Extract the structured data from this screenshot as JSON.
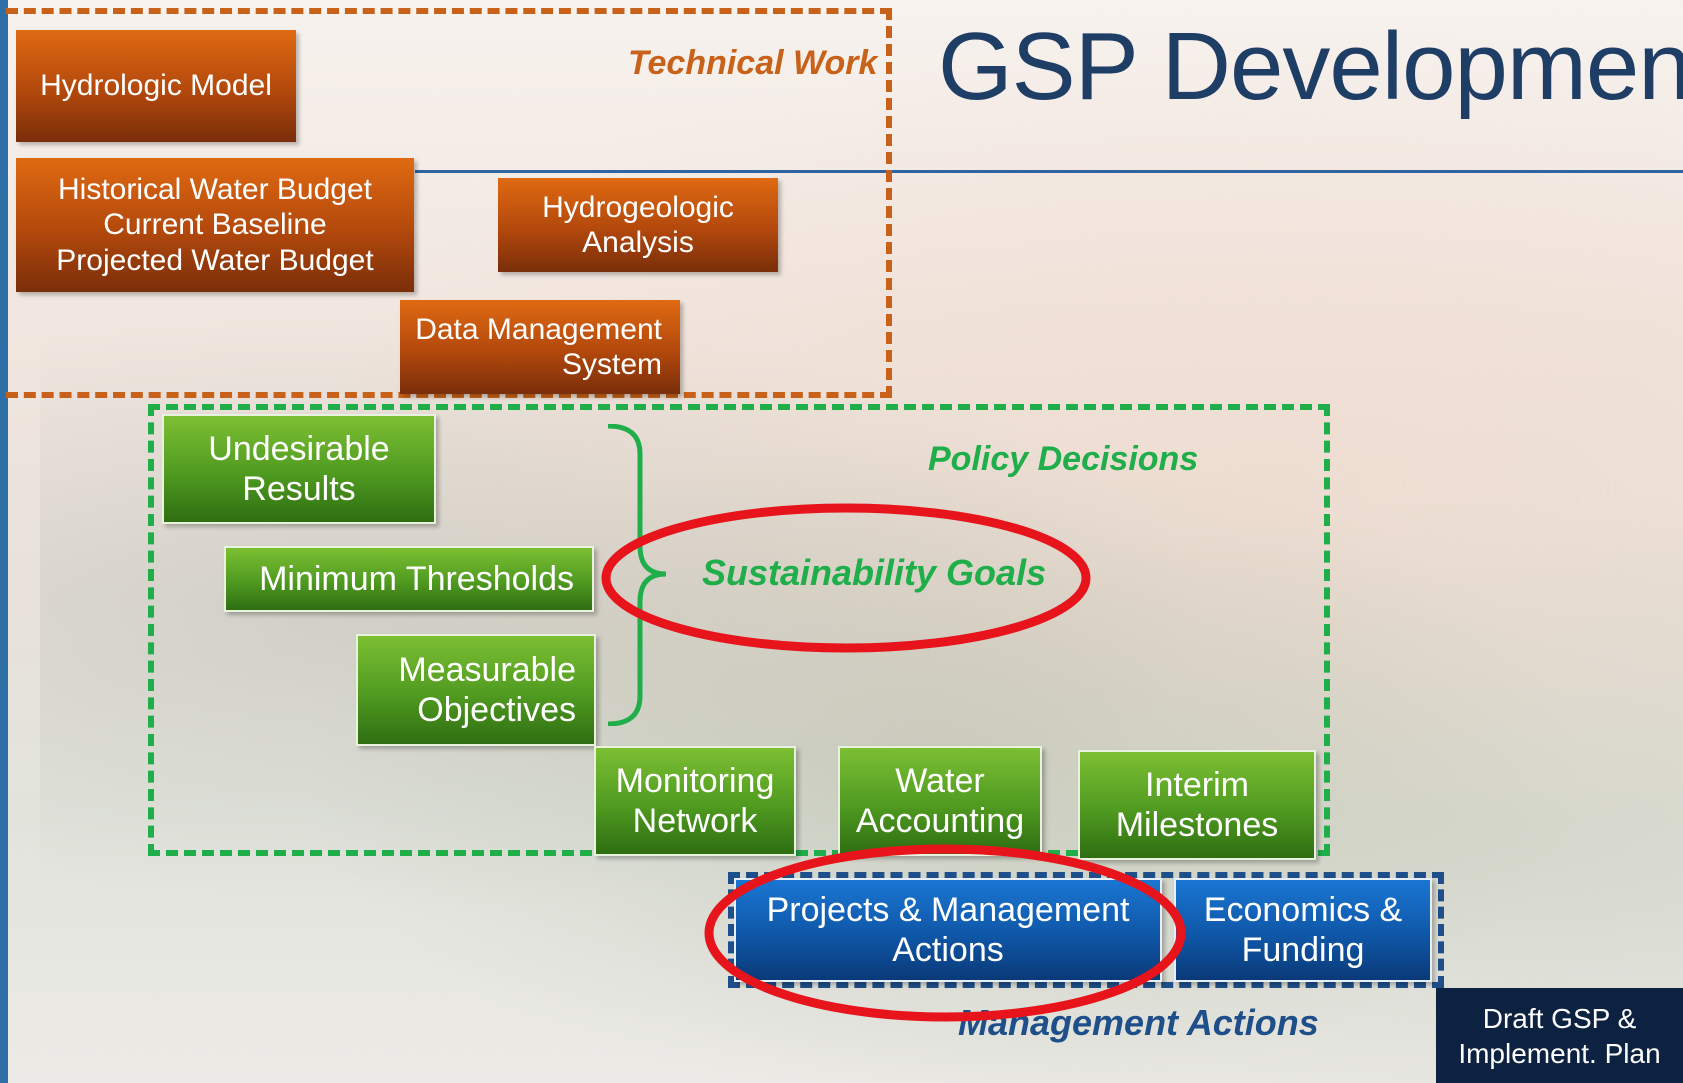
{
  "title": "GSP Development",
  "zones": {
    "technical": "Technical Work",
    "policy": "Policy Decisions",
    "sustainability": "Sustainability Goals",
    "management": "Management Actions"
  },
  "technical_boxes": {
    "hydrologic_model": "Hydrologic Model",
    "water_budget": "Historical Water Budget\nCurrent Baseline\nProjected Water Budget",
    "hydrogeologic": "Hydrogeologic\nAnalysis",
    "data_management": "Data Management\nSystem"
  },
  "policy_boxes": {
    "undesirable": "Undesirable\nResults",
    "min_thresholds": "Minimum Thresholds",
    "measurable": "Measurable\nObjectives",
    "monitoring": "Monitoring\nNetwork",
    "water_accounting": "Water\nAccounting",
    "interim": "Interim\nMilestones"
  },
  "management_boxes": {
    "projects": "Projects & Management\nActions",
    "economics": "Economics &\nFunding"
  },
  "final_box": "Draft GSP &\nImplement. Plan",
  "colors": {
    "technical": "#c8621a",
    "policy": "#1fae4a",
    "management": "#1f4f8a",
    "highlight": "#e8141c",
    "title": "#1f3e66"
  }
}
